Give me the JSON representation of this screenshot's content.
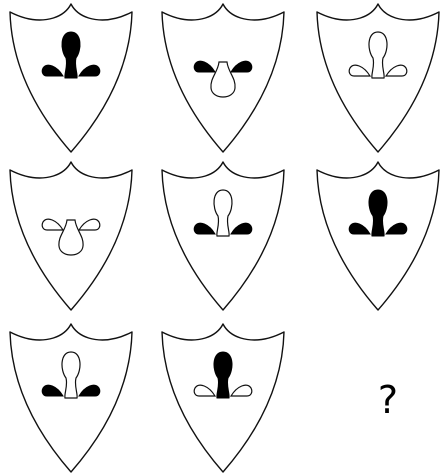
{
  "puzzle": {
    "question_mark": "?",
    "cells": [
      {
        "row": 1,
        "col": 1,
        "center_petal": "filled-up",
        "side_leaves": "filled"
      },
      {
        "row": 1,
        "col": 2,
        "center_petal": "outline-down",
        "side_leaves": "filled"
      },
      {
        "row": 1,
        "col": 3,
        "center_petal": "outline-up",
        "side_leaves": "outline"
      },
      {
        "row": 2,
        "col": 1,
        "center_petal": "outline-down",
        "side_leaves": "outline"
      },
      {
        "row": 2,
        "col": 2,
        "center_petal": "outline-up",
        "side_leaves": "filled"
      },
      {
        "row": 2,
        "col": 3,
        "center_petal": "filled-up",
        "side_leaves": "filled"
      },
      {
        "row": 3,
        "col": 1,
        "center_petal": "outline-up",
        "side_leaves": "filled"
      },
      {
        "row": 3,
        "col": 2,
        "center_petal": "filled-up",
        "side_leaves": "outline"
      }
    ]
  }
}
